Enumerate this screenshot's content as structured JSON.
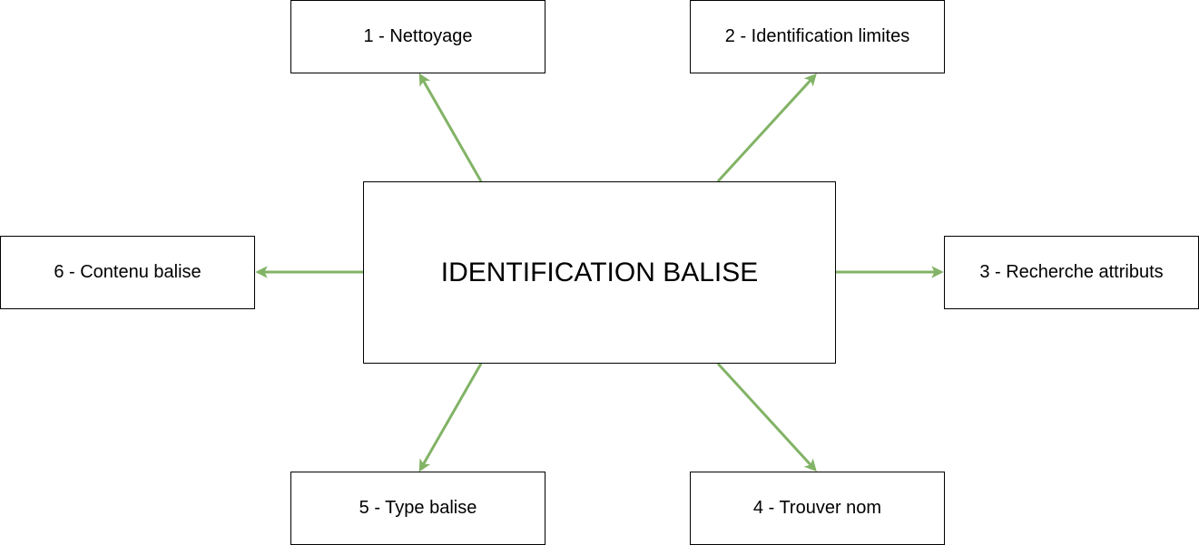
{
  "diagram": {
    "center": {
      "label": "IDENTIFICATION BALISE"
    },
    "nodes": [
      {
        "id": "nettoyage",
        "label": "1 - Nettoyage"
      },
      {
        "id": "identification-limites",
        "label": "2 - Identification limites"
      },
      {
        "id": "recherche-attributs",
        "label": "3 - Recherche attributs"
      },
      {
        "id": "trouver-nom",
        "label": "4 - Trouver nom"
      },
      {
        "id": "type-balise",
        "label": "5 - Type balise"
      },
      {
        "id": "contenu-balise",
        "label": "6 - Contenu balise"
      }
    ],
    "edges": [
      {
        "from": "center",
        "to": "nettoyage"
      },
      {
        "from": "center",
        "to": "identification-limites"
      },
      {
        "from": "center",
        "to": "recherche-attributs"
      },
      {
        "from": "center",
        "to": "trouver-nom"
      },
      {
        "from": "center",
        "to": "type-balise"
      },
      {
        "from": "center",
        "to": "contenu-balise"
      }
    ],
    "colors": {
      "arrow": "#82b366",
      "box_border": "#000000",
      "box_fill": "#ffffff",
      "text": "#000000"
    }
  }
}
